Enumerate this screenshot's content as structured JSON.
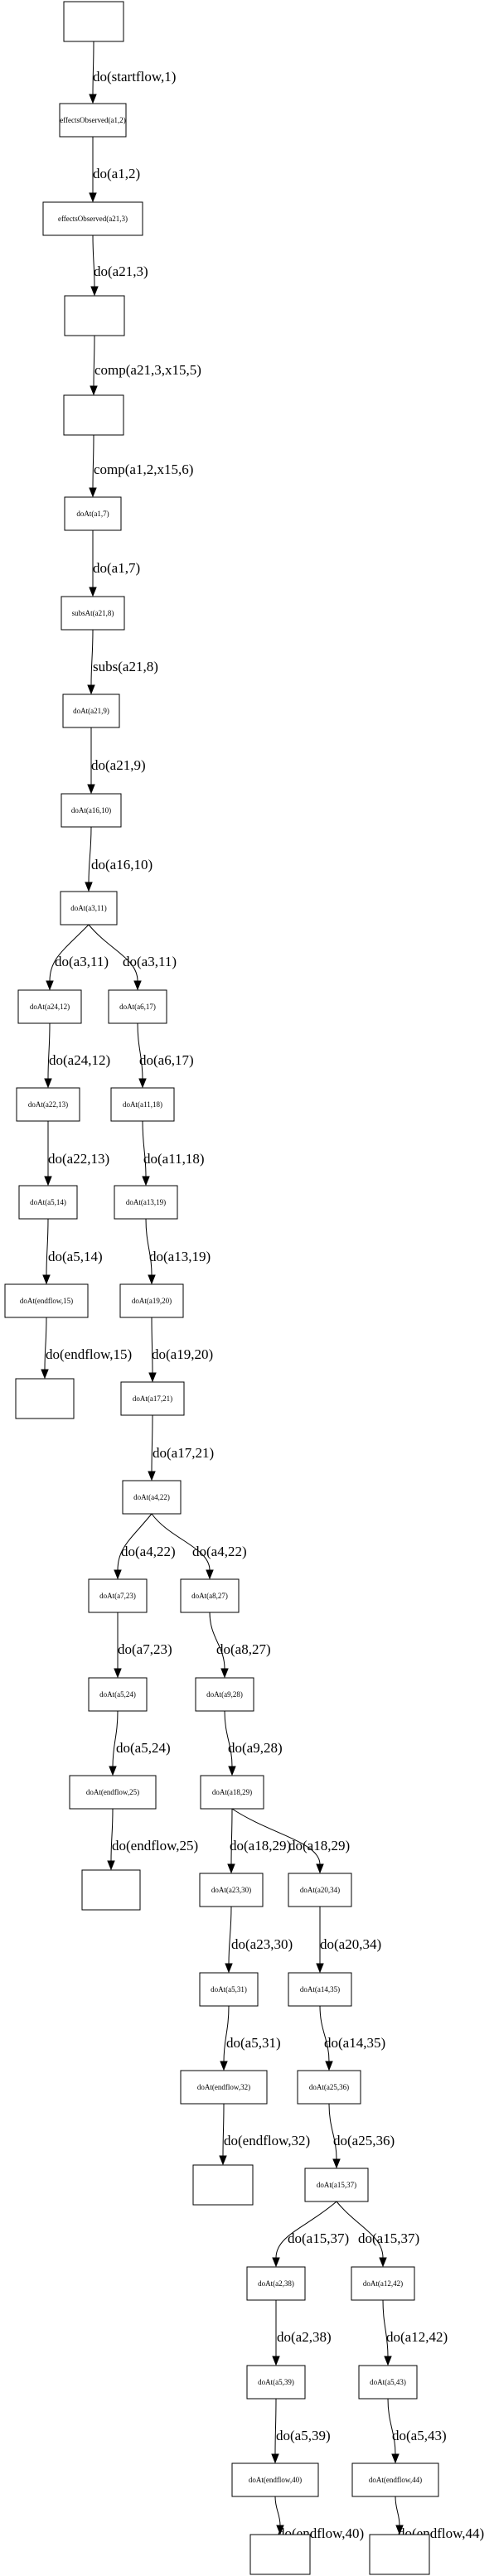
{
  "nodes": {
    "n0": "",
    "n1": "effectsObserved(a1,2)",
    "n2": "effectsObserved(a21,3)",
    "n3": "",
    "n4": "",
    "n5": "doAt(a1,7)",
    "n6": "subsAt(a21,8)",
    "n7": "doAt(a21,9)",
    "n8": "doAt(a16,10)",
    "n9": "doAt(a3,11)",
    "n10": "doAt(a24,12)",
    "n11": "doAt(a6,17)",
    "n12": "doAt(a22,13)",
    "n13": "doAt(a11,18)",
    "n14": "doAt(a5,14)",
    "n15": "doAt(a13,19)",
    "n16": "doAt(endflow,15)",
    "n17": "doAt(a19,20)",
    "n18": "",
    "n19": "doAt(a17,21)",
    "n20": "doAt(a4,22)",
    "n21": "doAt(a7,23)",
    "n22": "doAt(a8,27)",
    "n23": "doAt(a5,24)",
    "n24": "doAt(a9,28)",
    "n25": "doAt(endflow,25)",
    "n26": "doAt(a18,29)",
    "n27": "",
    "n28": "doAt(a23,30)",
    "n29": "doAt(a20,34)",
    "n30": "doAt(a5,31)",
    "n31": "doAt(a14,35)",
    "n32": "doAt(endflow,32)",
    "n33": "doAt(a25,36)",
    "n34": "",
    "n35": "doAt(a15,37)",
    "n36": "doAt(a2,38)",
    "n37": "doAt(a12,42)",
    "n38": "doAt(a5,39)",
    "n39": "doAt(a5,43)",
    "n40": "doAt(endflow,40)",
    "n41": "doAt(endflow,44)",
    "n42": "",
    "n43": ""
  },
  "edges": {
    "e0": "do(startflow,1)",
    "e1": "do(a1,2)",
    "e2": "do(a21,3)",
    "e3": "comp(a21,3,x15,5)",
    "e4": "comp(a1,2,x15,6)",
    "e5": "do(a1,7)",
    "e6": "subs(a21,8)",
    "e7": "do(a21,9)",
    "e8": "do(a16,10)",
    "e9": "do(a3,11)",
    "e10": "do(a3,11)",
    "e11": "do(a24,12)",
    "e12": "do(a6,17)",
    "e13": "do(a22,13)",
    "e14": "do(a11,18)",
    "e15": "do(a5,14)",
    "e16": "do(a13,19)",
    "e17": "do(endflow,15)",
    "e18": "do(a19,20)",
    "e19": "do(a17,21)",
    "e20": "do(a4,22)",
    "e21": "do(a4,22)",
    "e22": "do(a7,23)",
    "e23": "do(a8,27)",
    "e24": "do(a5,24)",
    "e25": "do(a9,28)",
    "e26": "do(endflow,25)",
    "e27": "do(a18,29)",
    "e28": "do(a18,29)",
    "e29": "do(a23,30)",
    "e30": "do(a20,34)",
    "e31": "do(a5,31)",
    "e32": "do(a14,35)",
    "e33": "do(endflow,32)",
    "e34": "do(a25,36)",
    "e35": "do(a15,37)",
    "e36": "do(a15,37)",
    "e37": "do(a2,38)",
    "e38": "do(a12,42)",
    "e39": "do(a5,39)",
    "e40": "do(a5,43)",
    "e41": "do(endflow,40)",
    "e42": "do(endflow,44)"
  }
}
